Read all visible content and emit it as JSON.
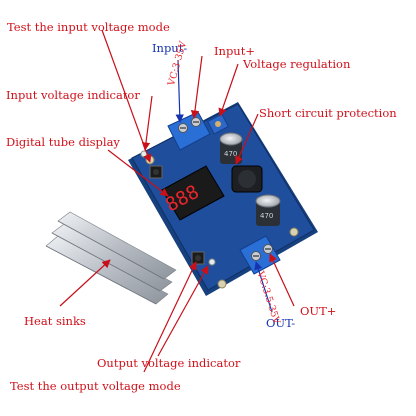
{
  "labels": {
    "test_input_mode": "Test the input voltage mode",
    "input_minus": "Input-",
    "input_plus": "Input+",
    "voltage_regulation": "Voltage regulation",
    "input_voltage_indicator": "Input voltage indicator",
    "short_circuit_protection": "Short circuit protection",
    "digital_tube_display": "Digital tube display",
    "heat_sinks": "Heat sinks",
    "output_voltage_indicator": "Output voltage indicator",
    "test_output_mode": "Test the output voltage mode",
    "out_minus": "OUT-",
    "out_plus": "OUT+",
    "vin_range": "VC:3-35V",
    "vout_range": "VC:3.5-35V"
  },
  "board_markings": {
    "display_digits": "888",
    "cap_label": "470"
  },
  "colors": {
    "label_red": "#d0101a",
    "label_blue": "#1633b0",
    "arrow_red": "#c8101a",
    "arrow_blue": "#1633b0",
    "pcb_blue": "#1f4e9c",
    "terminal_blue": "#2a6fd6",
    "heatsink": "#c8ccd2"
  }
}
